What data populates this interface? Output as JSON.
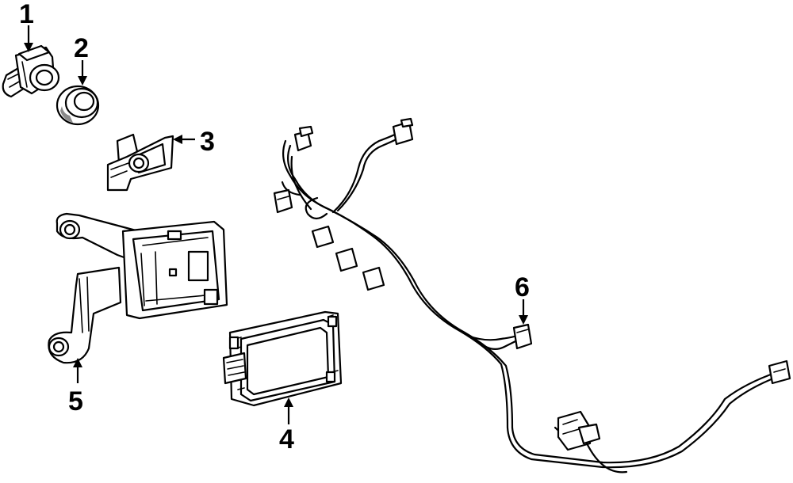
{
  "diagram": {
    "callouts": [
      {
        "id": "1",
        "label": "1"
      },
      {
        "id": "2",
        "label": "2"
      },
      {
        "id": "3",
        "label": "3"
      },
      {
        "id": "4",
        "label": "4"
      },
      {
        "id": "5",
        "label": "5"
      },
      {
        "id": "6",
        "label": "6"
      }
    ],
    "parts": [
      {
        "callout": "1",
        "icon": "parking-sensor-icon"
      },
      {
        "callout": "2",
        "icon": "sensor-grommet-icon"
      },
      {
        "callout": "3",
        "icon": "sensor-bracket-icon"
      },
      {
        "callout": "4",
        "icon": "control-module-icon"
      },
      {
        "callout": "5",
        "icon": "module-bracket-icon"
      },
      {
        "callout": "6",
        "icon": "harness-connector-icon"
      }
    ]
  }
}
